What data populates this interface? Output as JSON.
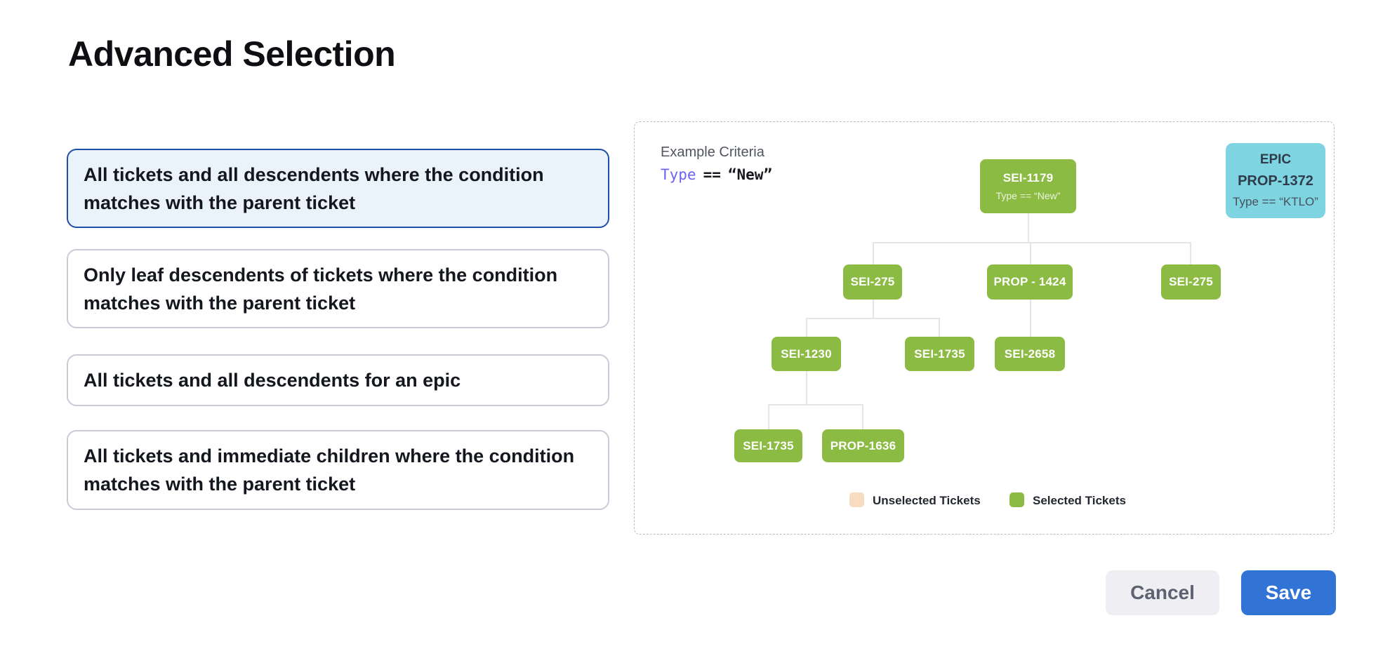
{
  "title": "Advanced Selection",
  "options": [
    {
      "label": "All tickets and all descendents where the condition matches with the parent ticket",
      "selected": true
    },
    {
      "label": "Only leaf descendents of tickets where the condition matches with the parent ticket",
      "selected": false
    },
    {
      "label": "All tickets and all descendents for an epic",
      "selected": false
    },
    {
      "label": "All tickets and immediate children where the condition matches with the parent ticket",
      "selected": false
    }
  ],
  "example": {
    "heading": "Example Criteria",
    "criteria_field": "Type",
    "criteria_operator": "==",
    "criteria_value": "“New”"
  },
  "epic_card": {
    "kind": "EPIC",
    "id": "PROP-1372",
    "criteria": "Type == “KTLO”"
  },
  "tree": {
    "root": {
      "id": "SEI-1179",
      "criteria": "Type == “New”"
    },
    "nodes": [
      "SEI-275",
      "PROP - 1424",
      "SEI-275",
      "SEI-1230",
      "SEI-1735",
      "SEI-2658",
      "SEI-1735",
      "PROP-1636"
    ]
  },
  "legend": {
    "unselected_label": "Unselected Tickets",
    "selected_label": "Selected Tickets",
    "unselected_color": "#f7dcc2",
    "selected_color": "#8cbb44"
  },
  "actions": {
    "cancel": "Cancel",
    "save": "Save"
  },
  "colors": {
    "selected_node_green": "#8cbb44",
    "epic_node_cyan": "#7fd4e2",
    "selected_card_border": "#1e4fa8",
    "selected_card_bg": "#eaf3fc",
    "save_button_blue": "#3273d6",
    "criteria_field_purple": "#6b63f6"
  }
}
